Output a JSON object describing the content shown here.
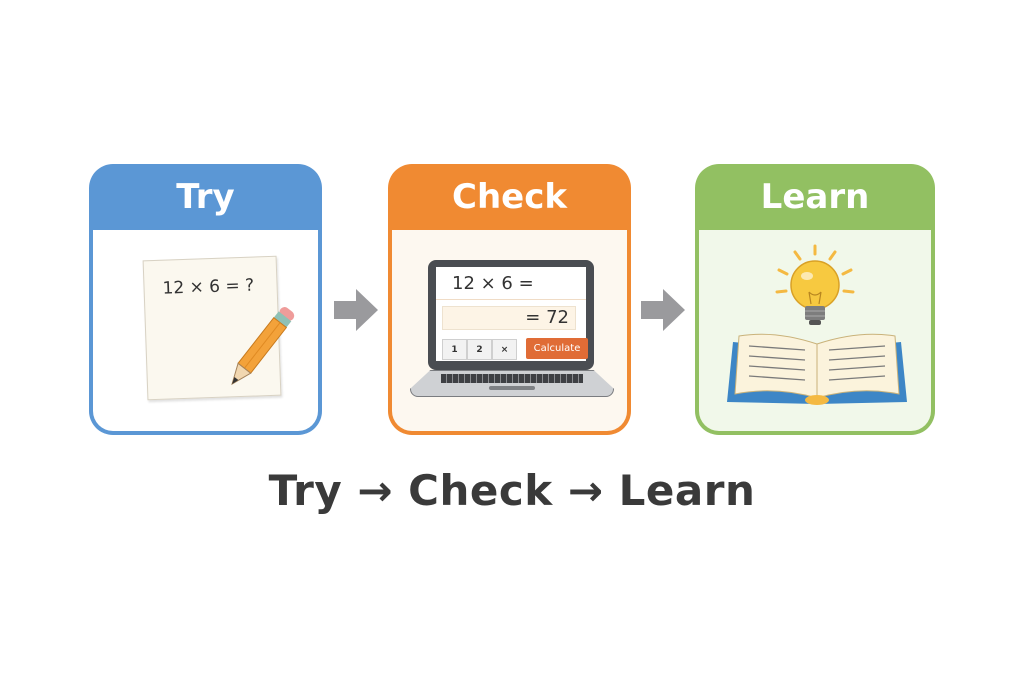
{
  "steps": [
    {
      "title": "Try",
      "color": "#5b97d5",
      "illustration": "paper-and-pencil",
      "paper_text": "12 × 6 = ?"
    },
    {
      "title": "Check",
      "color": "#f08a32",
      "illustration": "laptop-calculator",
      "screen_equation": "12 × 6 =",
      "screen_result": "= 72",
      "keys": [
        "1",
        "2",
        "×"
      ],
      "button_label": "Calculate"
    },
    {
      "title": "Learn",
      "color": "#92c062",
      "illustration": "lightbulb-over-open-book"
    }
  ],
  "arrows": [
    "arrow-right-icon",
    "arrow-right-icon"
  ],
  "caption": "Try → Check → Learn"
}
